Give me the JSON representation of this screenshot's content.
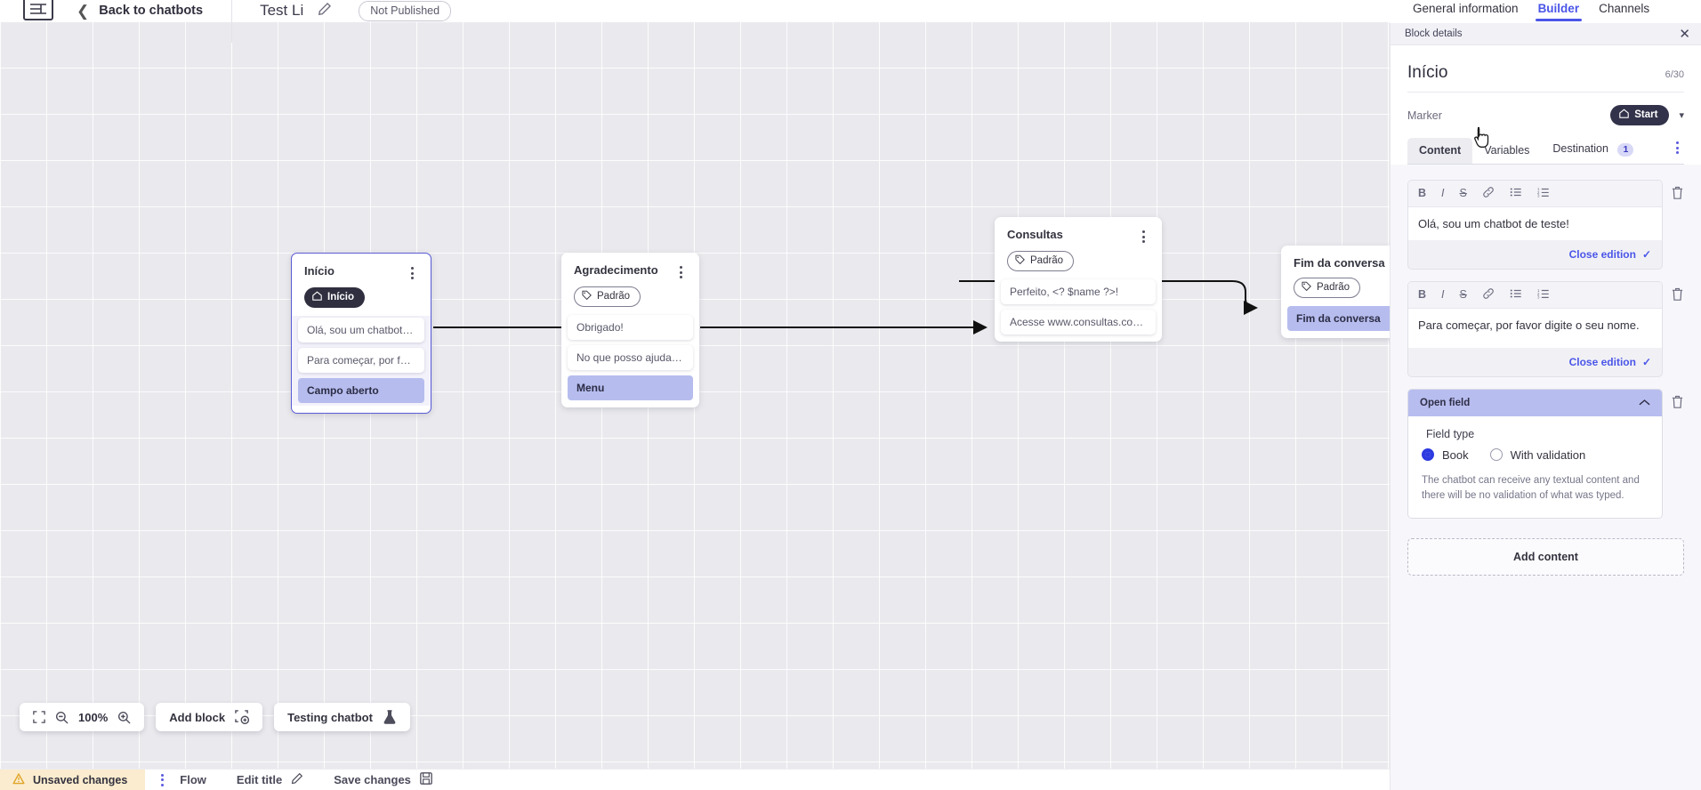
{
  "topbar": {
    "logo_alt": "va-logo",
    "back_label": "Back to chatbots",
    "bot_title": "Test Li",
    "publish_badge": "Not Published"
  },
  "right_nav": {
    "tabs": [
      {
        "label": "General information",
        "active": false
      },
      {
        "label": "Builder",
        "active": true
      },
      {
        "label": "Channels",
        "active": false
      }
    ]
  },
  "canvas": {
    "nodes": [
      {
        "title": "Início",
        "badge": "Início",
        "badge_style": "dark",
        "badge_icon": "home-icon",
        "selected": true,
        "rows": [
          {
            "text": "Olá, sou um chatbot de teste!",
            "accent": false
          },
          {
            "text": "Para começar, por favor digite o ...",
            "accent": false
          },
          {
            "text": "Campo aberto",
            "accent": true
          }
        ]
      },
      {
        "title": "Agradecimento",
        "badge": "Padrão",
        "badge_style": "outline",
        "badge_icon": "tag-icon",
        "selected": false,
        "rows": [
          {
            "text": "Obrigado!",
            "accent": false
          },
          {
            "text": "No que posso ajudar, <? $name ...",
            "accent": false
          },
          {
            "text": "Menu",
            "accent": true
          }
        ]
      },
      {
        "title": "Consultas",
        "badge": "Padrão",
        "badge_style": "outline",
        "badge_icon": "tag-icon",
        "selected": false,
        "rows": [
          {
            "text": "Perfeito, <? $name ?>!",
            "accent": false
          },
          {
            "text": "Acesse www.consultas.com par...",
            "accent": false
          }
        ]
      },
      {
        "title": "Fim da conversa",
        "badge": "Padrão",
        "badge_style": "outline",
        "badge_icon": "tag-icon",
        "selected": false,
        "rows": [
          {
            "text": "Fim da conversa",
            "accent": true
          }
        ]
      }
    ],
    "toolbar": {
      "fit_icon": "fit-screen-icon",
      "zoom_out_icon": "zoom-out-icon",
      "zoom_level": "100%",
      "zoom_in_icon": "zoom-in-icon",
      "add_block_label": "Add block",
      "add_block_icon": "add-block-icon",
      "testing_label": "Testing chatbot",
      "testing_icon": "flask-icon"
    }
  },
  "statusbar": {
    "unsaved_label": "Unsaved changes",
    "warning_icon": "warning-icon",
    "flow_label": "Flow",
    "edit_title_label": "Edit title",
    "edit_title_icon": "pencil-icon",
    "save_label": "Save changes",
    "save_icon": "save-icon"
  },
  "panel": {
    "header_title": "Block details",
    "close_icon": "close-icon",
    "block_title": "Início",
    "char_count": "6/30",
    "marker_label": "Marker",
    "marker_value": "Start",
    "marker_icon": "home-icon",
    "tabs": [
      {
        "label": "Content",
        "active": true,
        "badge": ""
      },
      {
        "label": "Variables",
        "active": false,
        "badge": ""
      },
      {
        "label": "Destination",
        "active": false,
        "badge": "1"
      }
    ],
    "editor_toolbar": [
      "B",
      "I",
      "S",
      "link-icon",
      "bullet-list-icon",
      "numbered-list-icon"
    ],
    "content_blocks": [
      {
        "text": "Olá, sou um chatbot de teste!",
        "close_label": "Close edition"
      },
      {
        "text": "Para começar, por favor digite o seu nome.",
        "close_label": "Close edition"
      }
    ],
    "open_field": {
      "header": "Open field",
      "collapse_icon": "chevron-up-icon",
      "field_type_label": "Field type",
      "options": [
        {
          "label": "Book",
          "checked": true
        },
        {
          "label": "With validation",
          "checked": false
        }
      ],
      "description": "The chatbot can receive any textual content and there will be no validation of what was typed."
    },
    "add_content_label": "Add content"
  },
  "colors": {
    "accent": "#4a55e8",
    "node_accent_row": "#b6bdee",
    "warning_bg": "#fbeccf",
    "marker_dark": "#32324a"
  }
}
